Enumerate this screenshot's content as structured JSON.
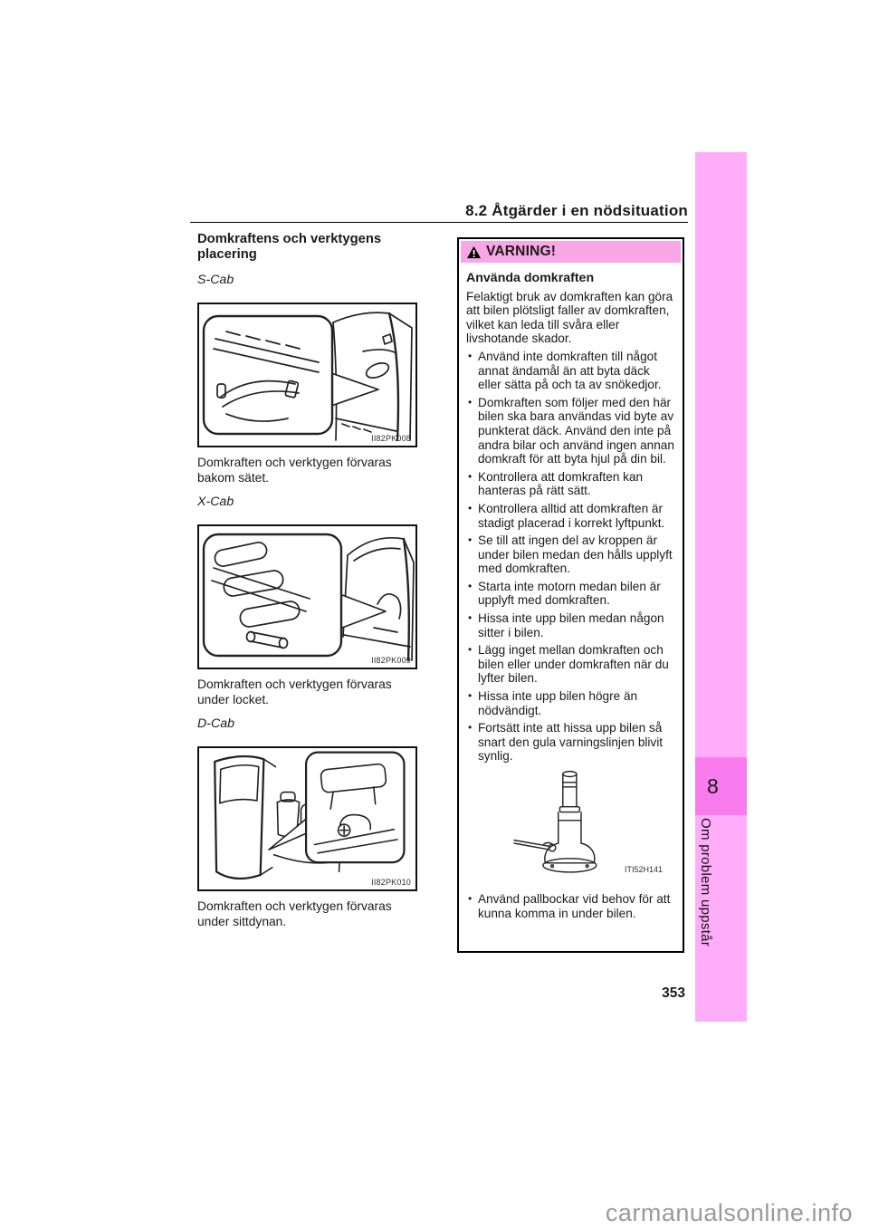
{
  "page": {
    "header_title": "8.2  Åtgärder i en nödsituation",
    "page_number": "353",
    "watermark": "carmanualsonline.info"
  },
  "sidebar": {
    "chapter_number": "8",
    "chapter_title": "Om problem uppstår"
  },
  "left_column": {
    "section_title": "Domkraftens och verktygens placering",
    "figures": [
      {
        "variant": "S-Cab",
        "image_label": "II82PK008",
        "caption": "Domkraften och verktygen förvaras bakom sätet."
      },
      {
        "variant": "X-Cab",
        "image_label": "II82PK009",
        "caption": "Domkraften och verktygen förvaras under locket."
      },
      {
        "variant": "D-Cab",
        "image_label": "II82PK010",
        "caption": "Domkraften och verktygen förvaras under sittdynan."
      }
    ]
  },
  "warning_box": {
    "title": "VARNING!",
    "icon": "warning-triangle-icon",
    "heading": "Använda domkraften",
    "intro": "Felaktigt bruk av domkraften kan göra att bilen plötsligt faller av domkraften, vilket kan leda till svåra eller livshotande skador.",
    "bullets": [
      "Använd inte domkraften till något annat ändamål än att byta däck eller sätta på och ta av snökedjor.",
      "Domkraften som följer med den här bilen ska bara användas vid byte av punkterat däck. Använd den inte på andra bilar och använd ingen annan domkraft för att byta hjul på din bil.",
      "Kontrollera att domkraften kan hanteras på rätt sätt.",
      "Kontrollera alltid att domkraften är stadigt placerad i korrekt lyftpunkt.",
      "Se till att ingen del av kroppen är under bilen medan den hålls upplyft med domkraften.",
      "Starta inte motorn medan bilen är upplyft med domkraften.",
      "Hissa inte upp bilen medan någon sitter i bilen.",
      "Lägg inget mellan domkraften och bilen eller under domkraften när du lyfter bilen.",
      "Hissa inte upp bilen högre än nödvändigt.",
      "Fortsätt inte att hissa upp bilen så snart den gula varningslinjen blivit synlig."
    ],
    "figure_label": "ITI52H141",
    "footer_bullet": "Använd pallbockar vid behov för att kunna komma in under bilen."
  },
  "colors": {
    "band_pink": "#FFADF9",
    "tab_pink": "#F97CEE",
    "warning_header_pink": "#F8A6E6",
    "watermark_gray": "#9A9A9A"
  }
}
